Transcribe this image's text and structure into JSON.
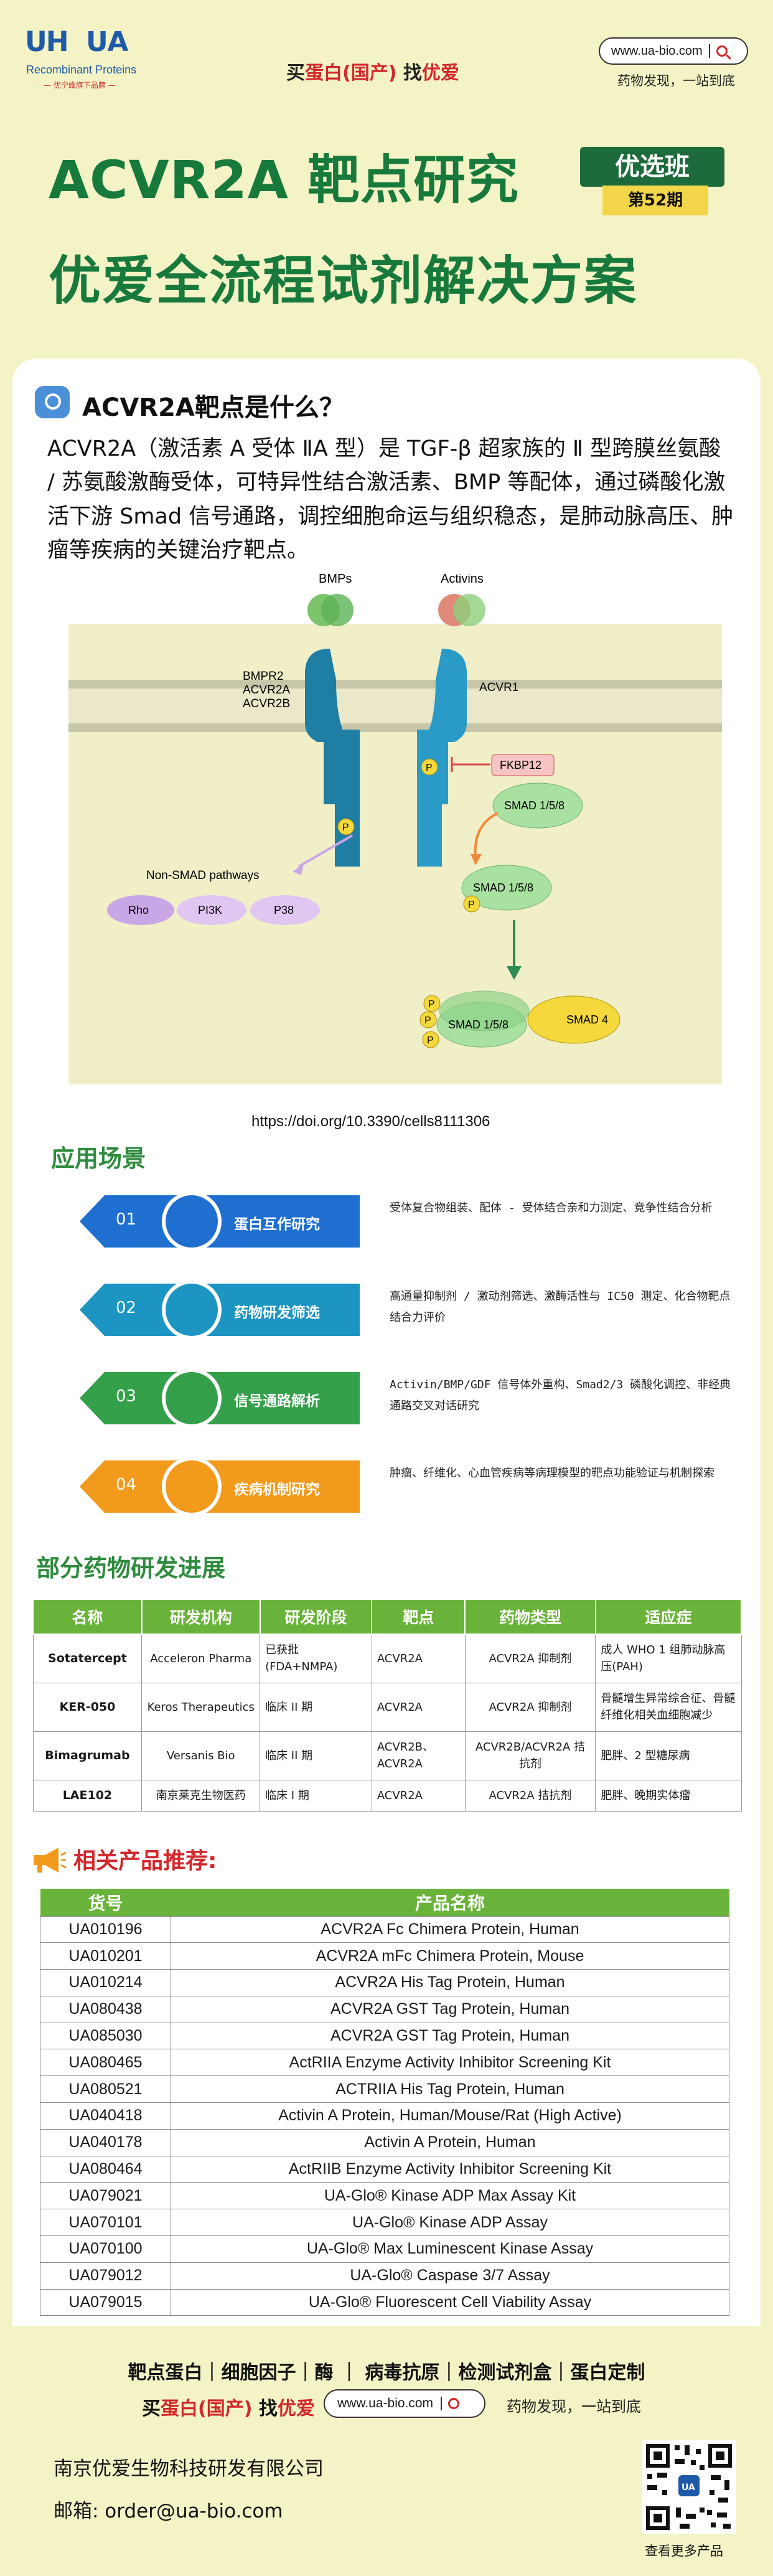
{
  "brand": {
    "mark": "ᑌᕼ",
    "name": "UA",
    "en": "Recombinant Proteins",
    "slogan": "— 优宁维旗下品牌 —"
  },
  "header": {
    "slogan_pre": "买",
    "slogan_red": "蛋白(国产)",
    "slogan_mid": " 找",
    "slogan_red2": "优爱",
    "url": "www.ua-bio.com",
    "tagline": "药物发现，一站到底"
  },
  "title": {
    "main": "ACVR2A 靶点研究",
    "sub": "优爱全流程试剂解决方案",
    "badge": "优选班",
    "issue": "第52期"
  },
  "section1": {
    "title": "ACVR2A靶点是什么？",
    "body": "ACVR2A（激活素 A 受体 ⅡA 型）是 TGF-β 超家族的 Ⅱ 型跨膜丝氨酸 / 苏氨酸激酶受体，可特异性结合激活素、BMP 等配体，通过磷酸化激活下游 Smad 信号通路，调控细胞命运与组织稳态，是肺动脉高压、肿瘤等疾病的关键治疗靶点。"
  },
  "diagram": {
    "bmps": "BMPs",
    "activins": "Activins",
    "receptor2": [
      "BMPR2",
      "ACVR2A",
      "ACVR2B"
    ],
    "receptor1": "ACVR1",
    "fkbp12": "FKBP12",
    "smad158": "SMAD 1/5/8",
    "smad4": "SMAD 4",
    "p": "P",
    "nonsmad": "Non-SMAD pathways",
    "rho": "Rho",
    "pi3k": "PI3K",
    "p38": "P38",
    "colors": {
      "teal": "#1f7ea3",
      "teal_dark": "#1a4f6e",
      "green_ligand": "#7cc46a",
      "red_ligand": "#e08a7a",
      "yellow": "#f5d83c",
      "smad_green": "#a9e2a0",
      "purple": "#c9a6e6"
    }
  },
  "doi": "https://doi.org/10.3390/cells8111306",
  "scenarios": {
    "title": "应用场景",
    "items": [
      {
        "num": "01",
        "label": "蛋白互作研究",
        "icon": "chart-icon",
        "color": "#1f6fd1",
        "desc": "受体复合物组装、配体 - 受体结合亲和力测定、竞争性结合分析"
      },
      {
        "num": "02",
        "label": "药物研发筛选",
        "icon": "dots-icon",
        "color": "#1c95c2",
        "desc": "高通量抑制剂 / 激动剂筛选、激酶活性与 IC50 测定、化合物靶点结合力评价"
      },
      {
        "num": "03",
        "label": "信号通路解析",
        "icon": "grid-icon",
        "color": "#34a04a",
        "desc": "Activin/BMP/GDF 信号体外重构、Smad2/3 磷酸化调控、非经典通路交叉对话研究"
      },
      {
        "num": "04",
        "label": "疾病机制研究",
        "icon": "atom-icon",
        "color": "#f29a1c",
        "desc": "肿瘤、纤维化、心血管疾病等病理模型的靶点功能验证与机制探索"
      }
    ]
  },
  "drugs": {
    "title": "部分药物研发进展",
    "headers": [
      "名称",
      "研发机构",
      "研发阶段",
      "靶点",
      "药物类型",
      "适应症"
    ],
    "rows": [
      [
        "Sotatercept",
        "Acceleron Pharma",
        "已获批(FDA+NMPA)",
        "ACVR2A",
        "ACVR2A 抑制剂",
        "成人 WHO 1 组肺动脉高压(PAH)"
      ],
      [
        "KER-050",
        "Keros Therapeutics",
        "临床 II 期",
        "ACVR2A",
        "ACVR2A 抑制剂",
        "骨髓增生异常综合征、骨髓纤维化相关血细胞减少"
      ],
      [
        "Bimagrumab",
        "Versanis Bio",
        "临床 II 期",
        "ACVR2B、ACVR2A",
        "ACVR2B/ACVR2A 拮抗剂",
        "肥胖、2 型糖尿病"
      ],
      [
        "LAE102",
        "南京莱克生物医药",
        "临床 I 期",
        "ACVR2A",
        "ACVR2A 拮抗剂",
        "肥胖、晚期实体瘤"
      ]
    ]
  },
  "products": {
    "title": "相关产品推荐:",
    "headers": [
      "货号",
      "产品名称"
    ],
    "rows": [
      [
        "UA010196",
        "ACVR2A Fc Chimera Protein, Human"
      ],
      [
        "UA010201",
        "ACVR2A mFc Chimera Protein, Mouse"
      ],
      [
        "UA010214",
        "ACVR2A His Tag Protein, Human"
      ],
      [
        "UA080438",
        "ACVR2A GST Tag Protein, Human"
      ],
      [
        "UA085030",
        "ACVR2A GST Tag Protein, Human"
      ],
      [
        "UA080465",
        "ActRIIA Enzyme Activity Inhibitor Screening Kit"
      ],
      [
        "UA080521",
        "ACTRIIA His Tag Protein, Human"
      ],
      [
        "UA040418",
        "Activin A Protein, Human/Mouse/Rat (High Active)"
      ],
      [
        "UA040178",
        "Activin A Protein, Human"
      ],
      [
        "UA080464",
        "ActRIIB Enzyme Activity Inhibitor Screening Kit"
      ],
      [
        "UA079021",
        "UA-Glo® Kinase ADP Max Assay Kit"
      ],
      [
        "UA070101",
        "UA-Glo® Kinase ADP Assay"
      ],
      [
        "UA070100",
        "UA-Glo® Max Luminescent Kinase Assay"
      ],
      [
        "UA079012",
        "UA-Glo® Caspase 3/7 Assay"
      ],
      [
        "UA079015",
        "UA-Glo® Fluorescent Cell Viability Assay"
      ]
    ]
  },
  "footer": {
    "categories": "靶点蛋白｜细胞因子｜酶 ｜ 病毒抗原｜检测试剂盒｜蛋白定制",
    "slogan_pre": "买",
    "slogan_red": "蛋白(国产)",
    "slogan_mid": " 找",
    "slogan_red2": "优爱",
    "url": "www.ua-bio.com",
    "tagline": "药物发现，一站到底",
    "company": "南京优爱生物科技研发有限公司",
    "email": "邮箱: order@ua-bio.com",
    "qr_label": "查看更多产品"
  }
}
